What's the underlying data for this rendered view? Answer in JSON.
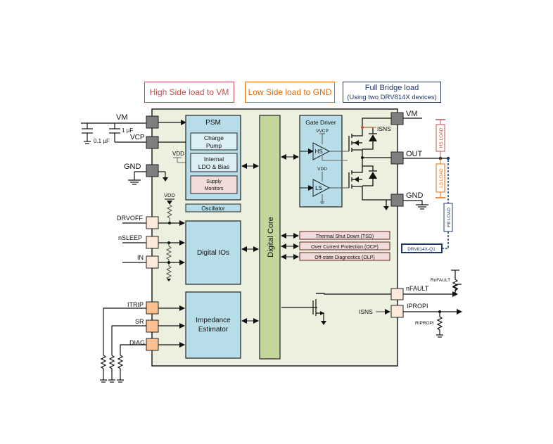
{
  "legend": {
    "high_side": "High Side load to VM",
    "low_side": "Low Side load to GND",
    "full_bridge": "Full Bridge load",
    "full_bridge_sub": "(Using two DRV814X devices)"
  },
  "colors": {
    "chip_fill": "#ebf1de",
    "block_fill": "#b7dde8",
    "core_fill": "#c3d69b",
    "fault_fill": "#f2dcdb",
    "pin_power": "#7f7f7f",
    "pin_digital": "#fde9d9",
    "pin_analog": "#fac090",
    "hs_load": "#c0504d",
    "ls_load": "#e46c0a",
    "fb_load": "#1f3864"
  },
  "left_pins": {
    "vm": "VM",
    "vcp": "VCP",
    "gnd": "GND",
    "drvoff": "DRVOFF",
    "nsleep": "nSLEEP",
    "in": "IN",
    "itrip": "ITRIP",
    "sr": "SR",
    "diag": "DIAG"
  },
  "caps": {
    "c1": "1 µF",
    "c2": "0.1 µF"
  },
  "vdd_label": "VDD",
  "psm": {
    "title": "PSM",
    "charge_pump": [
      "Charge",
      "Pump"
    ],
    "ldo": [
      "Internal",
      "LDO & Bias"
    ],
    "supply_monitors": [
      "Supply",
      "Monitors"
    ],
    "oscillator": "Oscillator"
  },
  "digital_ios": "Digital IOs",
  "impedance": [
    "Impedance",
    "Estimator"
  ],
  "digital_core": "Digital Core",
  "protection": [
    "Thermal Shut Down (TSD)",
    "Over Current Protection (OCP)",
    "Off-state Diagnostics (OLP)"
  ],
  "gate_driver": {
    "title": "Gate Driver",
    "vcp": "VVCP",
    "vdd": "VDD",
    "hs": "HS",
    "ls": "LS"
  },
  "right_pins": {
    "vm": "VM",
    "out": "OUT",
    "gnd": "GND",
    "nfault": "nFAULT",
    "ipropi": "IPROPI",
    "isns_top": "ISNS",
    "isns_in": "ISNS"
  },
  "loads": {
    "hs": "HS LOAD",
    "ls": "LS LOAD",
    "fb": "FB LOAD",
    "device": "DRV814X-Q1"
  },
  "resistors": {
    "rnfault": "RnFAULT",
    "ripropi": "RIPROPI"
  }
}
